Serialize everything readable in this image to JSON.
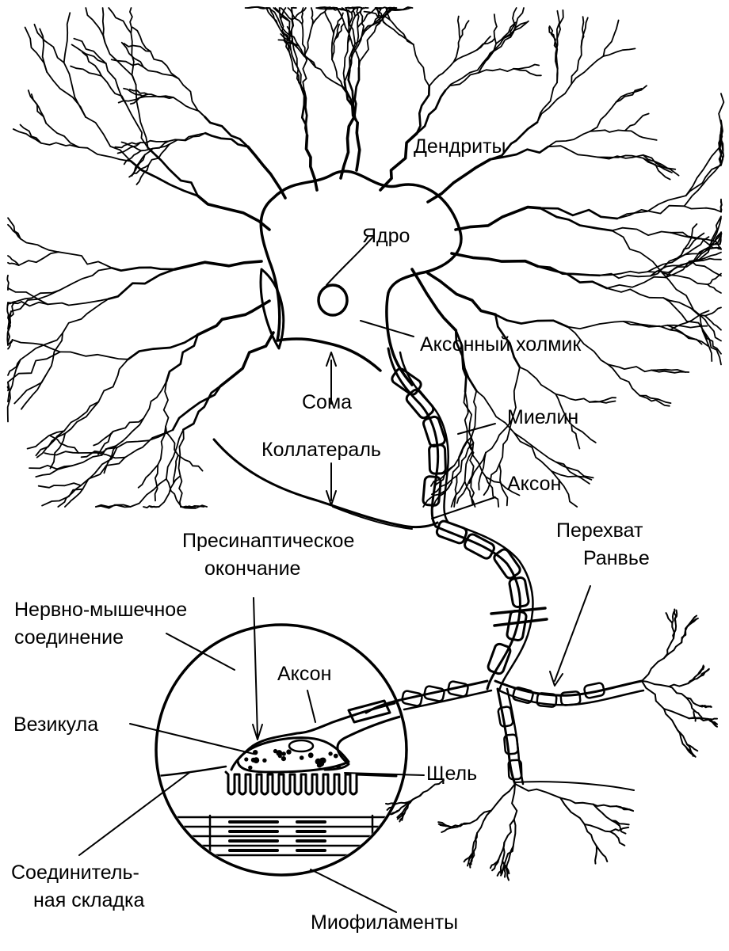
{
  "labels": {
    "dendrites": "Дендриты",
    "nucleus": "Ядро",
    "axon_hillock": "Аксонный холмик",
    "soma": "Сома",
    "myelin": "Миелин",
    "collateral": "Коллатераль",
    "axon": "Аксон",
    "node_of_ranvier_line1": "Перехват",
    "node_of_ranvier_line2": "Ранвье",
    "presynaptic_line1": "Пресинаптическое",
    "presynaptic_line2": "окончание",
    "nmj_line1": "Нервно-мышечное",
    "nmj_line2": "соединение",
    "inset_axon": "Аксон",
    "vesicle": "Везикула",
    "cleft": "Щель",
    "junctional_fold_line1": "Соединитель-",
    "junctional_fold_line2": "ная складка",
    "myofilaments": "Миофиламенты"
  },
  "colors": {
    "ink": "#000000",
    "paper": "#ffffff"
  }
}
